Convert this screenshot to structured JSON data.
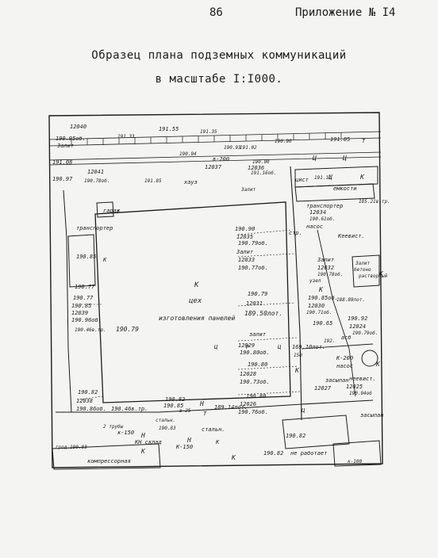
{
  "header": {
    "page_number": "86",
    "appendix": "Приложение № I4",
    "title_line1": "Образец плана подземных коммуникаций",
    "title_line2": "в масштабе I:I000."
  },
  "plan": {
    "main_building": {
      "label_k": "К",
      "label_tsekh": "цех",
      "label_purpose": "изготовления панелей",
      "elev_left": "190.79",
      "elev_top_right": "189.50лот."
    },
    "labels": [
      {
        "text": "12040",
        "size": 7
      },
      {
        "text": "190.95об.",
        "size": 7
      },
      {
        "text": "Залит",
        "size": 7
      },
      {
        "text": "191.33",
        "size": 6
      },
      {
        "text": "191.55",
        "size": 7
      },
      {
        "text": "191.35",
        "size": 6
      },
      {
        "text": "190.94",
        "size": 6
      },
      {
        "text": "190.93",
        "size": 6
      },
      {
        "text": "191.02",
        "size": 6
      },
      {
        "text": "190.90",
        "size": 6
      },
      {
        "text": "191.05",
        "size": 7
      },
      {
        "text": "191.08",
        "size": 7
      },
      {
        "text": "12041",
        "size": 7
      },
      {
        "text": "190.78об.",
        "size": 6
      },
      {
        "text": "190.97",
        "size": 7
      },
      {
        "text": "191.85",
        "size": 6
      },
      {
        "text": "хауз",
        "size": 7
      },
      {
        "text": "в-200",
        "size": 7
      },
      {
        "text": "12037",
        "size": 7
      },
      {
        "text": "190.90",
        "size": 6
      },
      {
        "text": "12036",
        "size": 7
      },
      {
        "text": "191.16об.",
        "size": 6
      },
      {
        "text": "Залит",
        "size": 6
      },
      {
        "text": "цист",
        "size": 7
      },
      {
        "text": "191.11",
        "size": 6
      },
      {
        "text": "емкости",
        "size": 7
      },
      {
        "text": "транспортер",
        "size": 7
      },
      {
        "text": "12034",
        "size": 7
      },
      {
        "text": "190.61об.",
        "size": 6
      },
      {
        "text": "185.21в.тр.",
        "size": 6
      },
      {
        "text": "насос",
        "size": 7
      },
      {
        "text": "стр.",
        "size": 7
      },
      {
        "text": "Кеевист.",
        "size": 7
      },
      {
        "text": "190.90",
        "size": 7
      },
      {
        "text": "12035",
        "size": 7
      },
      {
        "text": "190.79об.",
        "size": 7
      },
      {
        "text": "Залит",
        "size": 7
      },
      {
        "text": "12033",
        "size": 7
      },
      {
        "text": "190.77об.",
        "size": 7
      },
      {
        "text": "Залит",
        "size": 7
      },
      {
        "text": "12032",
        "size": 7
      },
      {
        "text": "190.78об.",
        "size": 6
      },
      {
        "text": "Залит",
        "size": 6
      },
      {
        "text": "бетоно",
        "size": 6
      },
      {
        "text": "растворный",
        "size": 6
      },
      {
        "text": "узел",
        "size": 6
      },
      {
        "text": "транспортер",
        "size": 7
      },
      {
        "text": "190.85",
        "size": 7
      },
      {
        "text": "190.77",
        "size": 7
      },
      {
        "text": "190.77",
        "size": 7
      },
      {
        "text": "190.85",
        "size": 7
      },
      {
        "text": "12039",
        "size": 7
      },
      {
        "text": "190.96об.",
        "size": 7
      },
      {
        "text": "190.46в.тр.",
        "size": 6
      },
      {
        "text": "190.79",
        "size": 7
      },
      {
        "text": "12031",
        "size": 7
      },
      {
        "text": "190.85об.",
        "size": 7
      },
      {
        "text": "12030",
        "size": 7
      },
      {
        "text": "190.71об.",
        "size": 6
      },
      {
        "text": "188.89лот.",
        "size": 6
      },
      {
        "text": "190.65",
        "size": 7
      },
      {
        "text": "190.92",
        "size": 7
      },
      {
        "text": "12024",
        "size": 7
      },
      {
        "text": "190.79об.",
        "size": 6
      },
      {
        "text": "залит",
        "size": 7
      },
      {
        "text": "12029",
        "size": 7
      },
      {
        "text": "190.80об.",
        "size": 7
      },
      {
        "text": "169.10лот.",
        "size": 7
      },
      {
        "text": "150",
        "size": 6
      },
      {
        "text": "192.",
        "size": 6
      },
      {
        "text": "асб",
        "size": 7
      },
      {
        "text": "К-200",
        "size": 7
      },
      {
        "text": "насос",
        "size": 7
      },
      {
        "text": "190.80",
        "size": 7
      },
      {
        "text": "12028",
        "size": 7
      },
      {
        "text": "190.73об.",
        "size": 7
      },
      {
        "text": "засыпан",
        "size": 7
      },
      {
        "text": "12027",
        "size": 7
      },
      {
        "text": "неевист.",
        "size": 7
      },
      {
        "text": "12025",
        "size": 7
      },
      {
        "text": "190.94об",
        "size": 6
      },
      {
        "text": "засыпан",
        "size": 7
      },
      {
        "text": "190.82",
        "size": 7
      },
      {
        "text": "12038",
        "size": 7
      },
      {
        "text": "190.86об.",
        "size": 7
      },
      {
        "text": "190.46в.тр.",
        "size": 7
      },
      {
        "text": "190.80",
        "size": 7
      },
      {
        "text": "12026",
        "size": 7
      },
      {
        "text": "190.76об.",
        "size": 7
      },
      {
        "text": "189.14лот.",
        "size": 7
      },
      {
        "text": "190.82",
        "size": 7
      },
      {
        "text": "190.85",
        "size": 7
      },
      {
        "text": "в-25",
        "size": 6
      },
      {
        "text": "стальн.",
        "size": 6
      },
      {
        "text": "190.83",
        "size": 6
      },
      {
        "text": "стальн.",
        "size": 7
      },
      {
        "text": "к-150",
        "size": 7
      },
      {
        "text": "грод.190.83",
        "size": 6
      },
      {
        "text": "К-150",
        "size": 7
      },
      {
        "text": "190.82",
        "size": 7
      },
      {
        "text": "190.82",
        "size": 7
      },
      {
        "text": "не работает",
        "size": 7
      },
      {
        "text": "компрессорная",
        "size": 7
      },
      {
        "text": "к-100",
        "size": 6
      },
      {
        "text": "2 трубы",
        "size": 6
      },
      {
        "text": "КН склад",
        "size": 7
      },
      {
        "text": "гараж",
        "size": 7
      },
      {
        "text": "К",
        "size": 7
      },
      {
        "text": "К",
        "size": 7
      },
      {
        "text": "Н",
        "size": 8
      },
      {
        "text": "Н",
        "size": 8
      },
      {
        "text": "Ц",
        "size": 8
      },
      {
        "text": "Ц",
        "size": 8
      },
      {
        "text": "Ц",
        "size": 8
      },
      {
        "text": "К",
        "size": 8
      },
      {
        "text": "К",
        "size": 8
      },
      {
        "text": "К",
        "size": 8
      },
      {
        "text": "К",
        "size": 8
      },
      {
        "text": "К",
        "size": 8
      },
      {
        "text": "К",
        "size": 8
      },
      {
        "text": "К",
        "size": 8
      },
      {
        "text": "Н",
        "size": 8
      },
      {
        "text": "Т",
        "size": 7
      },
      {
        "text": "Т",
        "size": 7
      },
      {
        "text": "Ц",
        "size": 7
      },
      {
        "text": "Ц",
        "size": 7
      },
      {
        "text": "Р",
        "size": 7
      },
      {
        "text": "Ц",
        "size": 7
      }
    ]
  }
}
